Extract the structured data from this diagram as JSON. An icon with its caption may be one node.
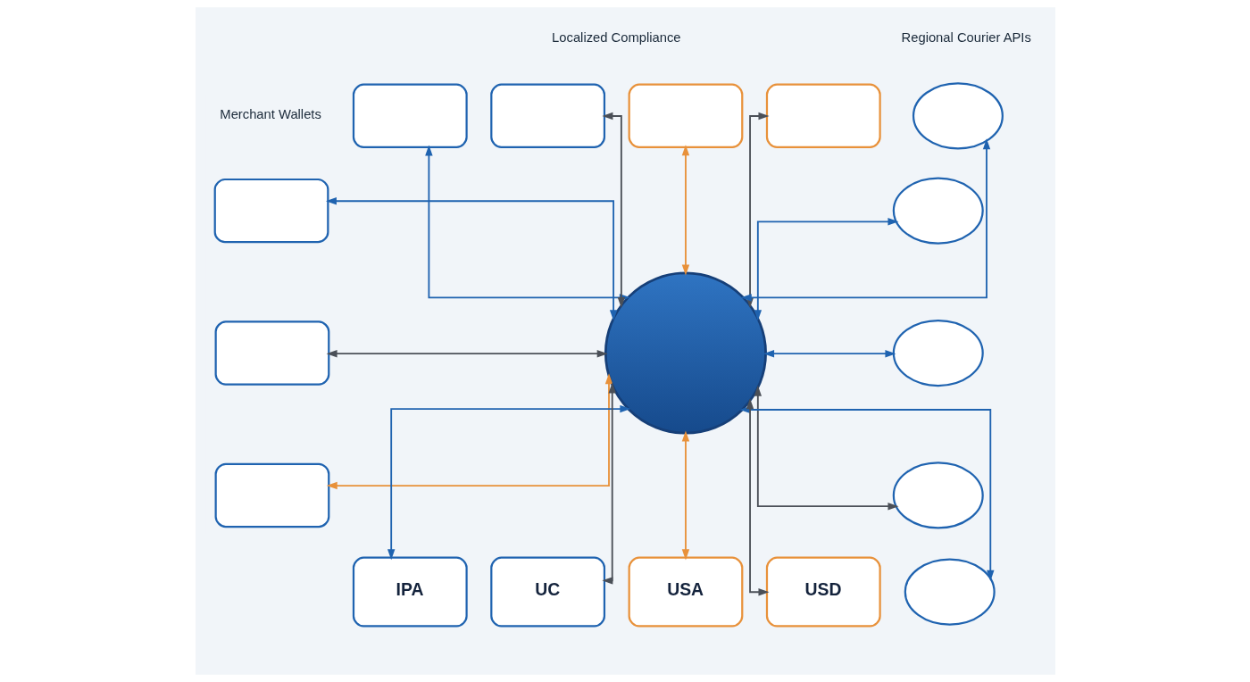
{
  "diagram": {
    "nodes": [
      {
        "text": [],
        "shape": "box"
      },
      {
        "text": [],
        "shape": "box"
      },
      {
        "text": [],
        "shape": "box"
      },
      {
        "text": [],
        "shape": "box"
      },
      {
        "text": [],
        "shape": "box"
      },
      {
        "text": [],
        "shape": "box"
      },
      {
        "text": [],
        "shape": "box"
      },
      {
        "text": [],
        "shape": "circle"
      },
      {
        "text": [],
        "shape": "oval"
      },
      {
        "text": [],
        "shape": "oval"
      },
      {
        "text": [],
        "shape": "oval"
      },
      {
        "text": [],
        "shape": "oval"
      },
      {
        "text": [],
        "shape": "oval"
      },
      {
        "text": [
          "IPA"
        ]
      },
      {
        "text": [
          "UC"
        ]
      },
      {
        "text": [
          "USA"
        ]
      },
      {
        "text": [
          "USD"
        ]
      }
    ],
    "edges": [
      {
        "from": 0,
        "to": 7,
        "arrow": "both"
      },
      {
        "from": 1,
        "to": 7,
        "arrow": "both",
        "color": "#4b5058"
      },
      {
        "from": 2,
        "to": 7,
        "arrow": "both",
        "color": "#e8913a"
      },
      {
        "from": 3,
        "to": 7,
        "arrow": "both",
        "color": "#4b5058"
      },
      {
        "from": 4,
        "to": 7,
        "arrow": "both"
      },
      {
        "from": 5,
        "to": 7,
        "arrow": "both",
        "color": "#4b5058"
      },
      {
        "from": 7,
        "to": 6,
        "arrow": "both",
        "color": "#e8913a"
      },
      {
        "from": 8,
        "to": 7,
        "arrow": "both"
      },
      {
        "from": 9,
        "to": 7,
        "arrow": "both"
      },
      {
        "from": 7,
        "to": 10,
        "arrow": "both"
      },
      {
        "from": 7,
        "to": 11,
        "arrow": "both",
        "color": "#4b5058"
      },
      {
        "from": 7,
        "to": 12,
        "arrow": "both"
      },
      {
        "from": 7,
        "to": 13,
        "arrow": "both"
      },
      {
        "from": 7,
        "to": 14,
        "arrow": "both",
        "color": "#4b5058"
      },
      {
        "from": 7,
        "to": 15,
        "arrow": "both",
        "color": "#e8913a"
      },
      {
        "from": 7,
        "to": 16,
        "arrow": "both",
        "color": "#4b5058"
      }
    ],
    "labels": [
      "Localized Compliance",
      "Regional Courier APIs",
      "Merchant Wallets"
    ]
  }
}
